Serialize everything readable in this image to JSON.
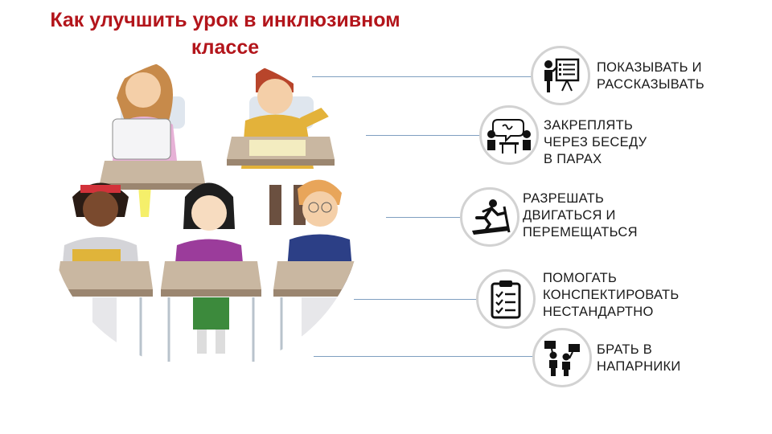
{
  "title": {
    "line1": "Как улучшить урок в инклюзивном",
    "line2": "классе"
  },
  "items": [
    {
      "icon": "presentation-icon",
      "lines": [
        "ПОКАЗЫВАТЬ И",
        "РАССКАЗЫВАТЬ"
      ]
    },
    {
      "icon": "conversation-icon",
      "lines": [
        "ЗАКРЕПЛЯТЬ",
        "ЧЕРЕЗ БЕСЕДУ",
        "В ПАРАХ"
      ]
    },
    {
      "icon": "treadmill-icon",
      "lines": [
        "РАЗРЕШАТЬ",
        "ДВИГАТЬСЯ И",
        "ПЕРЕМЕЩАТЬСЯ"
      ]
    },
    {
      "icon": "checklist-icon",
      "lines": [
        "ПОМОГАТЬ",
        "КОНСПЕКТИРОВАТЬ",
        "НЕСТАНДАРТНО"
      ]
    },
    {
      "icon": "partners-icon",
      "lines": [
        "БРАТЬ В",
        "НАПАРНИКИ"
      ]
    }
  ],
  "colors": {
    "title": "#b3151b",
    "connector": "#7f9fc0",
    "icon_border": "#d2d2d2"
  }
}
